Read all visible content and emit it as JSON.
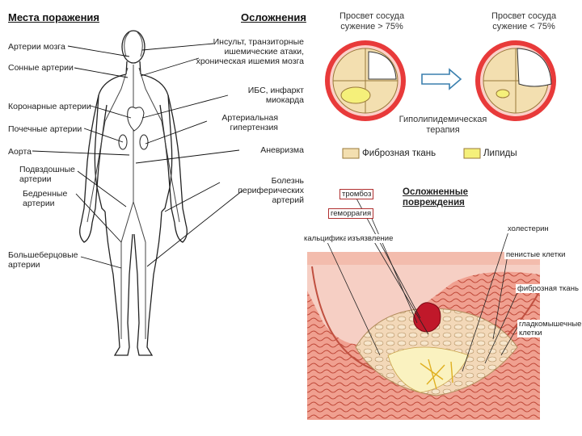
{
  "left_panel": {
    "header_sites": "Места поражения",
    "header_complications": "Осложнения",
    "sites": [
      "Артерии мозга",
      "Сонные артерии",
      "Коронарные артерии",
      "Почечные артерии",
      "Аорта",
      "Подвздошные артерии",
      "Бедренные артерии",
      "Большеберцовые артерии"
    ],
    "complications": [
      "Инсульт, транзиторные ишемические атаки, хроническая ишемия мозга",
      "ИБС, инфаркт миокарда",
      "Артериальная гипертензия",
      "Аневризма",
      "Болезнь периферических артерий"
    ]
  },
  "right_top": {
    "lumen_left": "Просвет сосуда сужение > 75%",
    "lumen_right": "Просвет сосуда сужение < 75%",
    "therapy": "Гиполипидемическая терапия",
    "legend": [
      {
        "label": "Фиброзная ткань",
        "color": "#f3dfb0"
      },
      {
        "label": "Липиды",
        "color": "#f5f07a"
      }
    ]
  },
  "right_bottom": {
    "title": "Осложненные повреждения",
    "annotations_left": [
      "тромбоз",
      "геморрагия",
      "кальцификация",
      "изъязвление"
    ],
    "annotations_right": [
      "холестерин",
      "пенистые клетки",
      "фиброзная ткань",
      "гладкомышечные клетки"
    ]
  },
  "colors": {
    "vessel_wall": "#e83a3a",
    "plaque_core": "#f5f07a",
    "fibrous": "#f3dfb0",
    "tissue": "#f6cfc4"
  }
}
